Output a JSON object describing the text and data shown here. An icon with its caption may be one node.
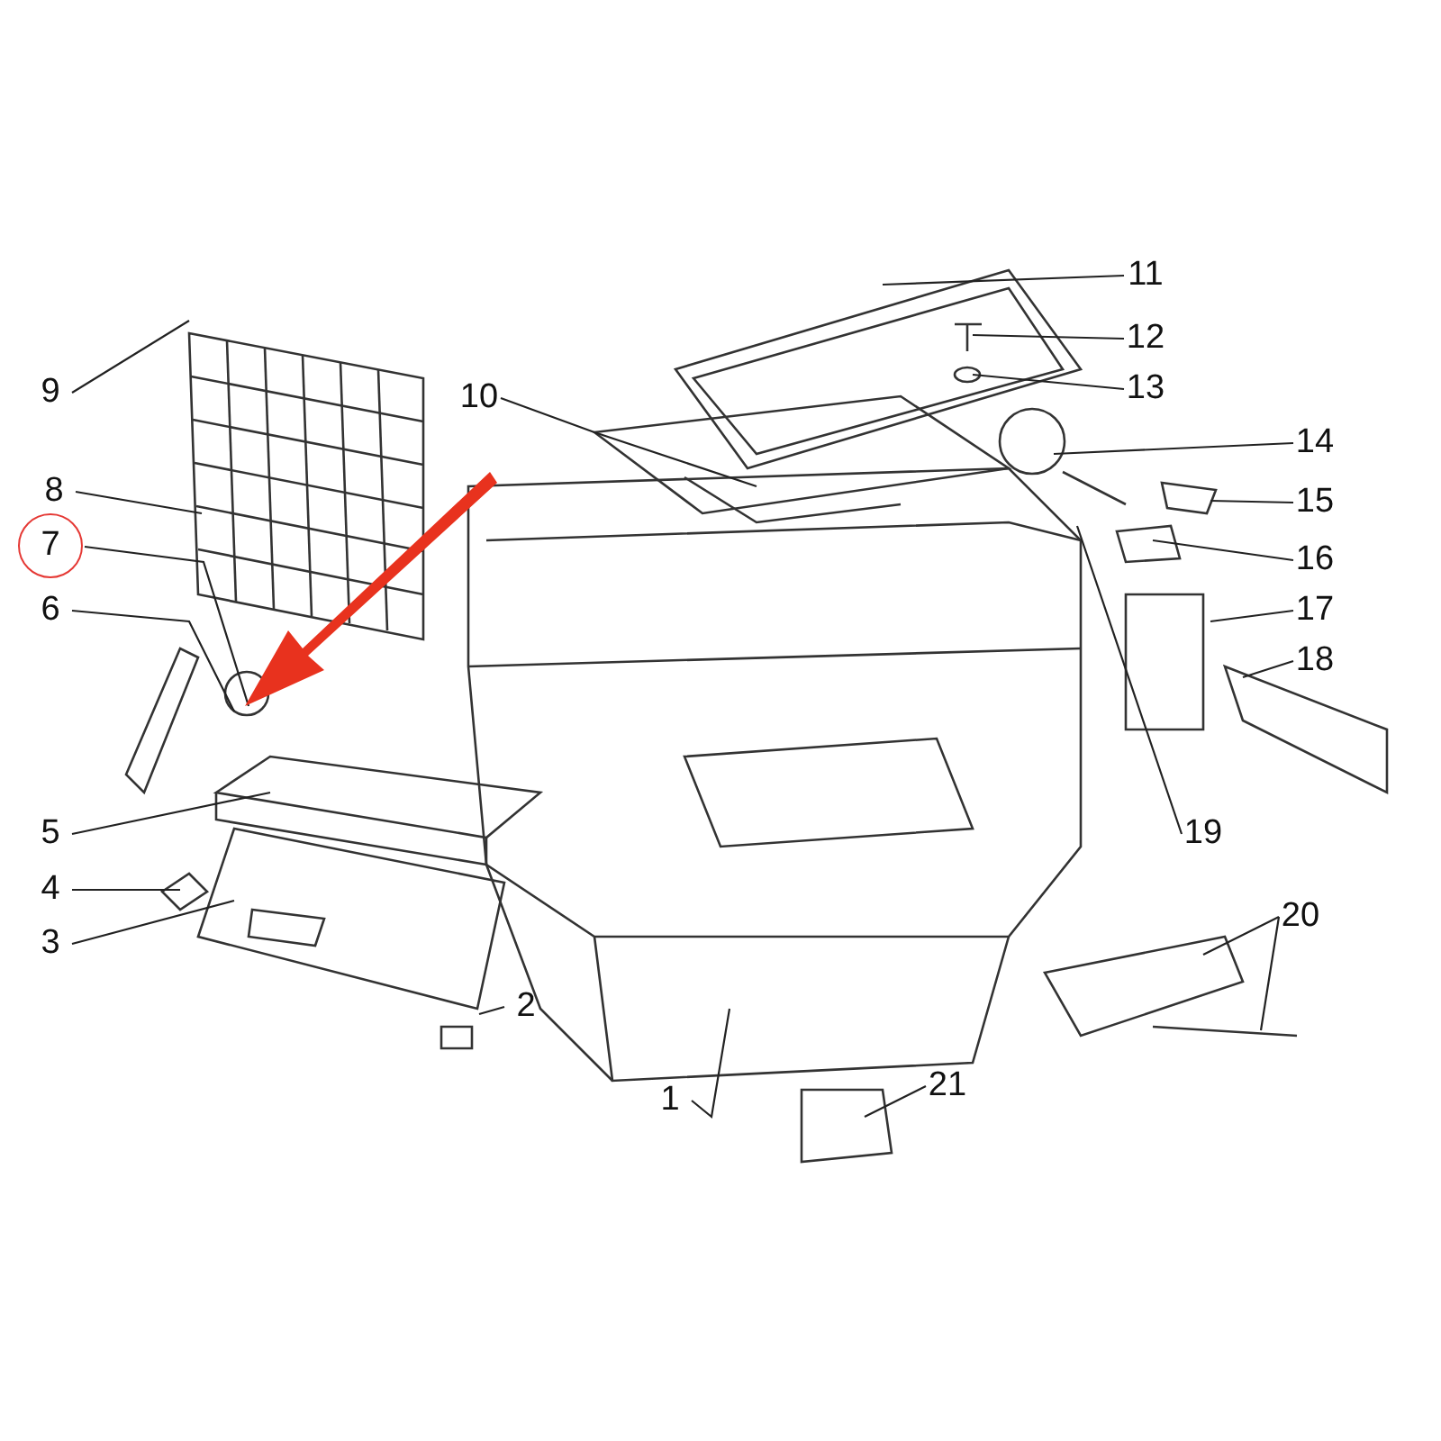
{
  "diagram": {
    "nodes": [
      {
        "text": [
          "1"
        ]
      },
      {
        "text": [
          "2"
        ]
      },
      {
        "text": [
          "3"
        ]
      },
      {
        "text": [
          "4"
        ]
      },
      {
        "text": [
          "5"
        ]
      },
      {
        "text": [
          "6"
        ]
      },
      {
        "text": [
          "7"
        ]
      },
      {
        "text": [
          "8"
        ]
      },
      {
        "text": [
          "9"
        ]
      },
      {
        "text": [
          "10"
        ]
      },
      {
        "text": [
          "11"
        ]
      },
      {
        "text": [
          "12"
        ]
      },
      {
        "text": [
          "13"
        ]
      },
      {
        "text": [
          "14"
        ]
      },
      {
        "text": [
          "15"
        ]
      },
      {
        "text": [
          "16"
        ]
      },
      {
        "text": [
          "17"
        ]
      },
      {
        "text": [
          "18"
        ]
      },
      {
        "text": [
          "19"
        ]
      },
      {
        "text": [
          "20"
        ]
      },
      {
        "text": [
          "21"
        ]
      }
    ],
    "edges": [
      {
        "from": 0,
        "to": null,
        "arrow": "none"
      },
      {
        "from": 1,
        "to": null,
        "arrow": "none"
      },
      {
        "from": 2,
        "to": null,
        "arrow": "none"
      },
      {
        "from": 3,
        "to": null,
        "arrow": "none"
      },
      {
        "from": 4,
        "to": null,
        "arrow": "none"
      },
      {
        "from": 5,
        "to": null,
        "arrow": "none"
      },
      {
        "from": 6,
        "to": null,
        "arrow": "none"
      },
      {
        "from": 7,
        "to": null,
        "arrow": "none"
      },
      {
        "from": 8,
        "to": null,
        "arrow": "none"
      },
      {
        "from": 9,
        "to": null,
        "arrow": "none"
      },
      {
        "from": 10,
        "to": null,
        "arrow": "none"
      },
      {
        "from": 11,
        "to": null,
        "arrow": "none"
      },
      {
        "from": 12,
        "to": null,
        "arrow": "none"
      },
      {
        "from": 13,
        "to": null,
        "arrow": "none"
      },
      {
        "from": 14,
        "to": null,
        "arrow": "none"
      },
      {
        "from": 15,
        "to": null,
        "arrow": "none"
      },
      {
        "from": 16,
        "to": null,
        "arrow": "none"
      },
      {
        "from": 17,
        "to": null,
        "arrow": "none"
      },
      {
        "from": 18,
        "to": null,
        "arrow": "none"
      },
      {
        "from": 19,
        "to": null,
        "arrow": "none"
      },
      {
        "from": 19,
        "to": null,
        "arrow": "none"
      },
      {
        "from": 20,
        "to": null,
        "arrow": "none"
      }
    ]
  }
}
